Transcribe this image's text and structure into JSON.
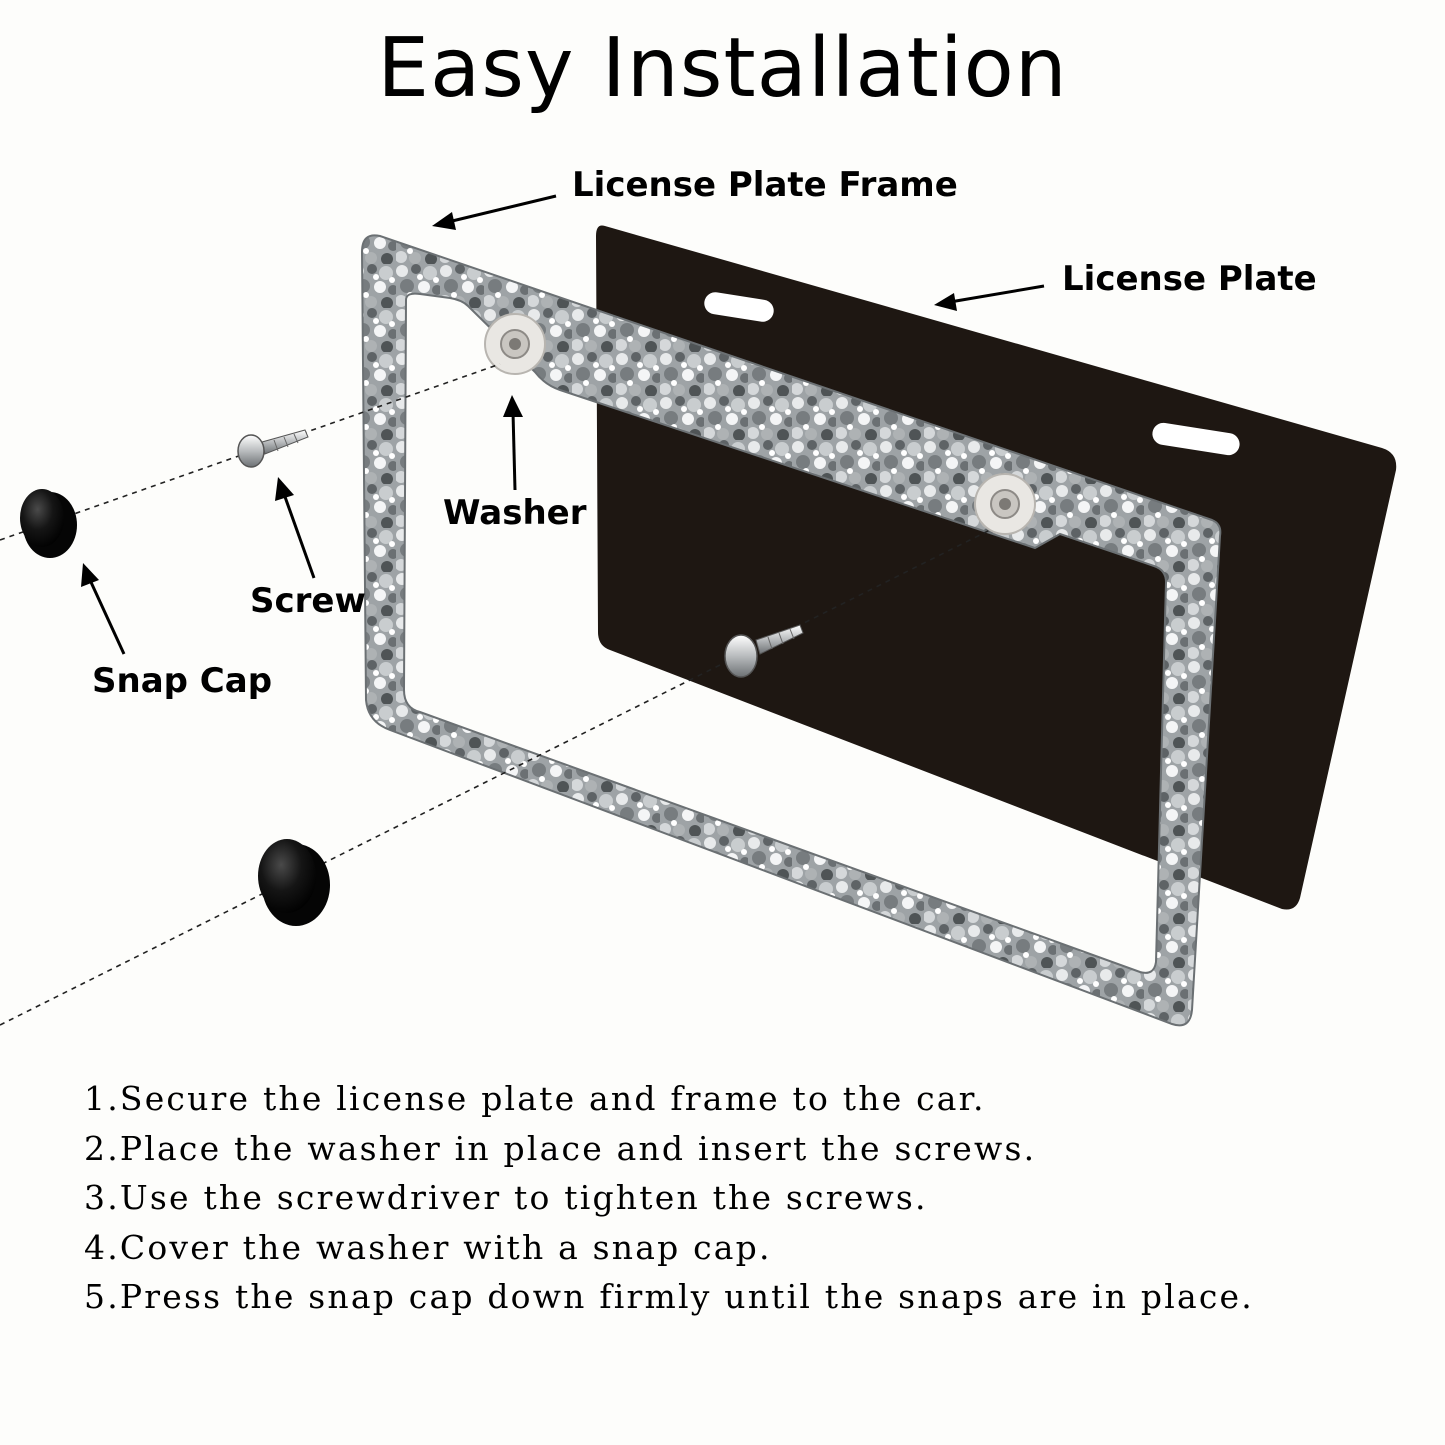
{
  "title": "Easy Installation",
  "labels": {
    "frame": "License Plate Frame",
    "plate": "License Plate",
    "washer": "Washer",
    "screw": "Screw",
    "snap_cap": "Snap Cap"
  },
  "steps": [
    "1.Secure the license plate and frame to the car.",
    "2.Place the washer in place and insert the screws.",
    "3.Use the screwdriver to tighten the screws.",
    "4.Cover the washer with a snap cap.",
    "5.Press the snap cap down firmly until the snaps are in place."
  ],
  "colors": {
    "background": "#fdfdfb",
    "plate": "#1e1712",
    "frame_glitter": "#9ea3a6",
    "snap_cap": "#0d0d0d"
  },
  "icons": [
    "screw-icon",
    "washer-icon",
    "snap-cap-icon",
    "arrow-icon"
  ]
}
